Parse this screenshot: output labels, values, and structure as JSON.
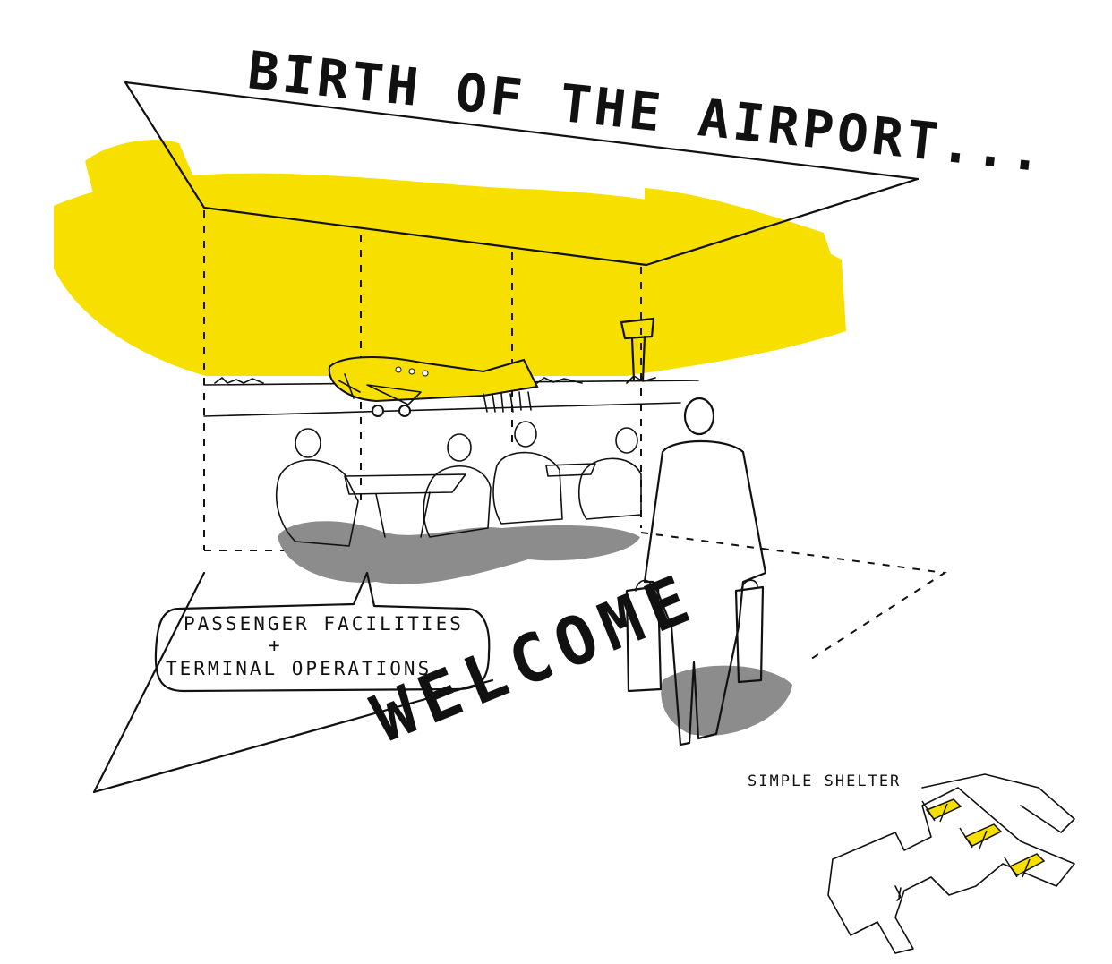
{
  "title": "BIRTH OF THE AIRPORT...",
  "callout": {
    "line1": "PASSENGER FACILITIES",
    "plus": "+",
    "line2": "TERMINAL OPERATIONS"
  },
  "floor_text": "WELCOME",
  "inset": {
    "label": "SIMPLE SHELTER"
  },
  "colors": {
    "accent_yellow": "#f7e000",
    "shadow_gray": "#8c8c8c",
    "ink": "#111111"
  }
}
